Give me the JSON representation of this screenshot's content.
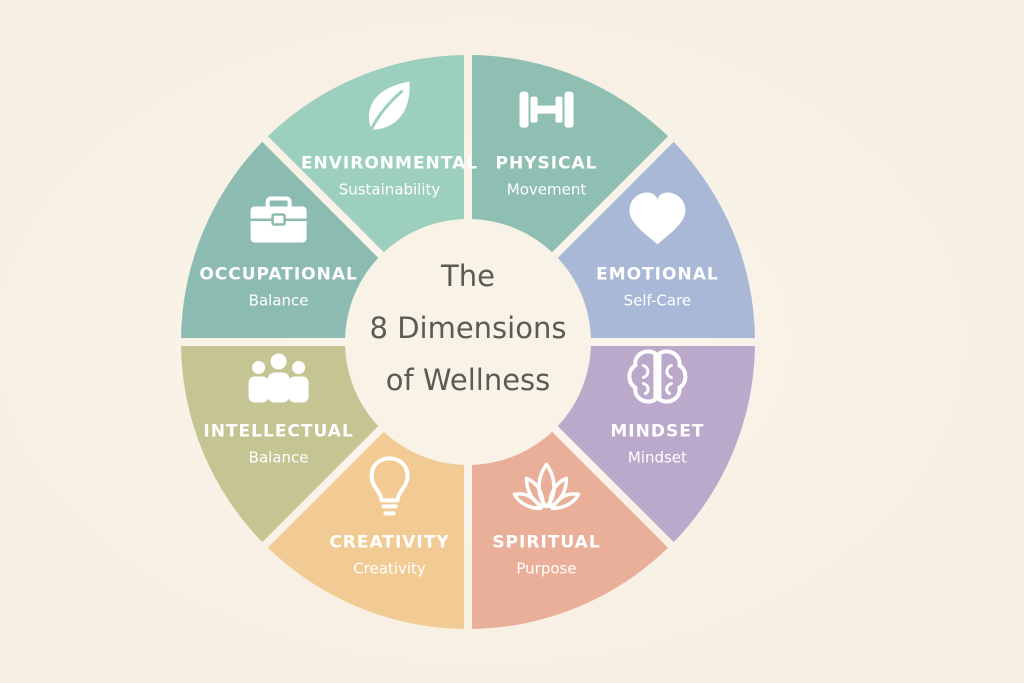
{
  "center": {
    "line1": "The",
    "line2": "8 Dimensions",
    "line3": "of Wellness"
  },
  "colors": {
    "background": "#f9f3e8",
    "center_fill": "#f9f2e6",
    "center_text": "#5b5b55",
    "label_text": "#ffffff"
  },
  "segments": [
    {
      "key": "physical",
      "title": "PHYSICAL",
      "subtitle": "Movement",
      "color": "#8fbfb3",
      "icon": "dumbbell-icon"
    },
    {
      "key": "emotional",
      "title": "EMOTIONAL",
      "subtitle": "Self-Care",
      "color": "#a8b8d6",
      "icon": "heart-icon"
    },
    {
      "key": "mindset",
      "title": "MINDSET",
      "subtitle": "Mindset",
      "color": "#bba9cc",
      "icon": "brain-icon"
    },
    {
      "key": "spiritual",
      "title": "SPIRITUAL",
      "subtitle": "Purpose",
      "color": "#eaaf98",
      "icon": "lotus-icon"
    },
    {
      "key": "creativity",
      "title": "CREATIVITY",
      "subtitle": "Creativity",
      "color": "#f2cb94",
      "icon": "lightbulb-icon"
    },
    {
      "key": "intellectual",
      "title": "INTELLECTUAL",
      "subtitle": "Balance",
      "color": "#c4c593",
      "icon": "people-icon"
    },
    {
      "key": "occupational",
      "title": "OCCUPATIONAL",
      "subtitle": "Balance",
      "color": "#8cbbb1",
      "icon": "briefcase-icon"
    },
    {
      "key": "environmental",
      "title": "ENVIRONMENTAL",
      "subtitle": "Sustainability",
      "color": "#9dcfbe",
      "icon": "leaf-icon"
    }
  ]
}
